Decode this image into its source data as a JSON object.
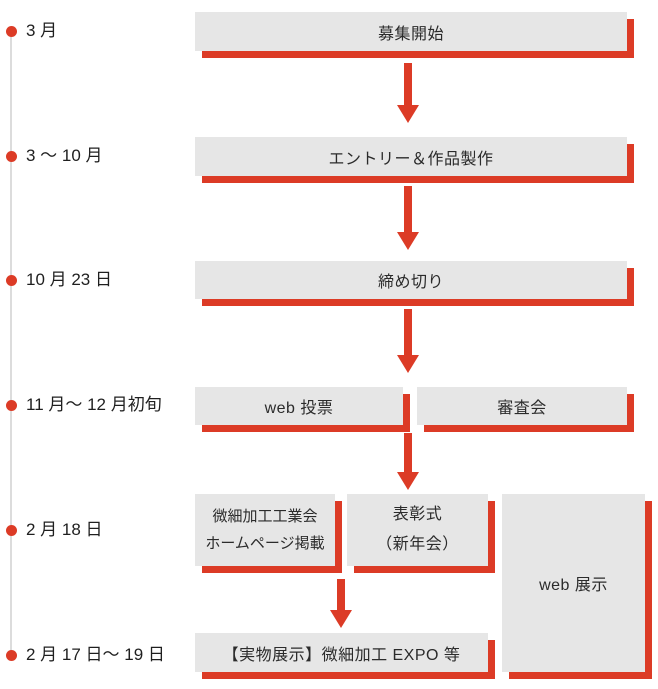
{
  "colors": {
    "accent_red": "#dc3b26",
    "box_fill": "#e6e6e6",
    "timeline_line": "#dcdcdc",
    "text": "#1f1f1f"
  },
  "timeline": {
    "items": [
      {
        "label": "3 月"
      },
      {
        "label": "3 ～ 10 月"
      },
      {
        "label": "10 月 23 日"
      },
      {
        "label": "11 月～ 12 月初旬"
      },
      {
        "label": "2 月 18 日"
      },
      {
        "label": "2 月 17 日～ 19 日"
      }
    ]
  },
  "flow": {
    "recruit": {
      "label": "募集開始"
    },
    "entry": {
      "label": "エントリー＆作品製作"
    },
    "deadline": {
      "label": "締め切り"
    },
    "web_vote": {
      "label": "web 投票"
    },
    "judging": {
      "label": "審査会"
    },
    "homepage": {
      "line1": "微細加工工業会",
      "line2": "ホームページ掲載"
    },
    "award": {
      "line1": "表彰式",
      "line2": "（新年会）"
    },
    "web_exhibit": {
      "label": "web 展示"
    },
    "expo": {
      "label": "【実物展示】微細加工 EXPO 等"
    }
  }
}
